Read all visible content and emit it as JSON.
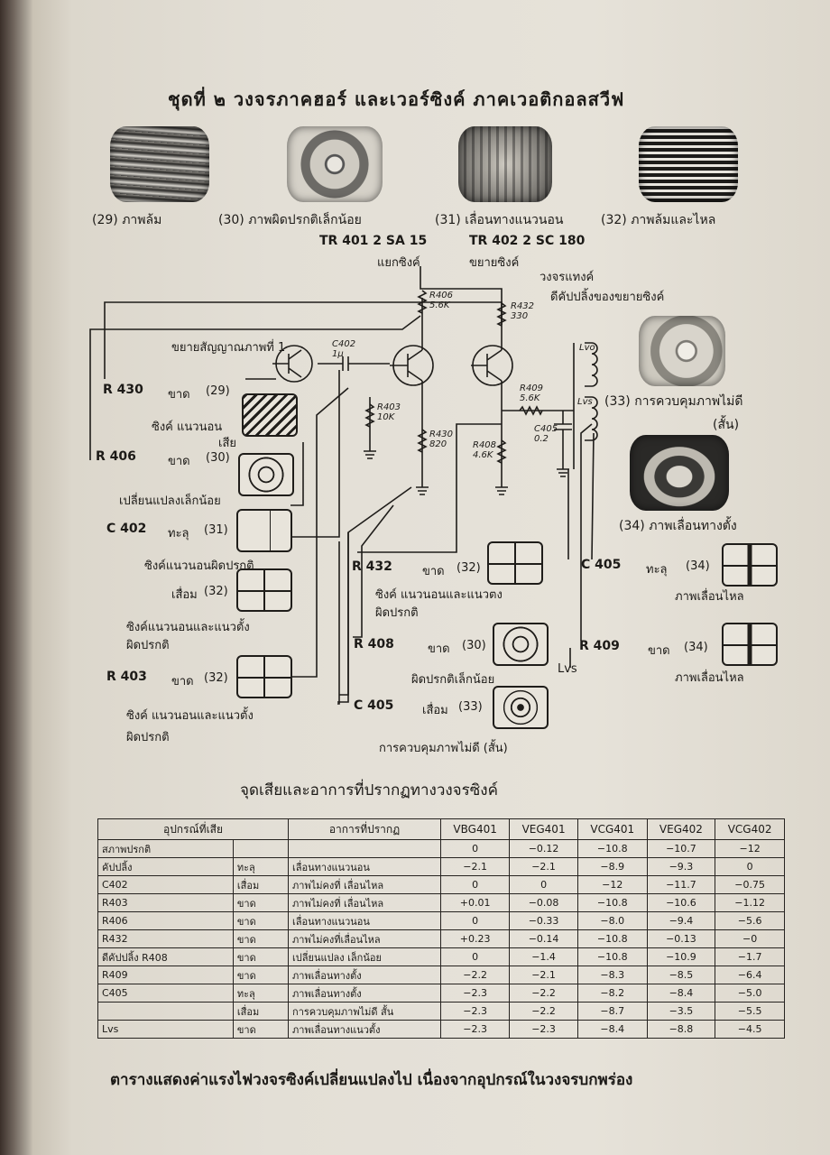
{
  "title": "ชุดที่ ๒ วงจรภาคฮอร์ และเวอร์ซิงค์ ภาคเวอติกอลสวีฟ",
  "top_screens": [
    {
      "caption": "(29) ภาพล้ม"
    },
    {
      "caption": "(30) ภาพผิดปรกติเล็กน้อย"
    },
    {
      "caption": "(31) เลื่อนทางแนวนอน"
    },
    {
      "caption": "(32) ภาพล้มและไหล"
    }
  ],
  "transistors": {
    "tr401": "TR 401  2 SA 15",
    "tr401_role": "แยกซิงค์",
    "tr402": "TR 402  2 SC 180",
    "tr402_role": "ขยายซิงค์"
  },
  "circuit_notes": {
    "feedback_1": "วงจรแทงค์",
    "feedback_2": "ดีคัปปลิ้งของขยายซิงค์",
    "amp_label": "ขยายสัญญาณภาพที่ 1"
  },
  "components": {
    "r406": "R406",
    "r406_val": "5.6K",
    "r432": "R432",
    "r432_val": "330",
    "c402": "C402",
    "c402_val": "1μ",
    "r403": "R403",
    "r403_val": "10K",
    "r430": "R430",
    "r430_val": "820",
    "r408": "R408",
    "r408_val": "4.6K",
    "r409": "R409",
    "r409_val": "5.6K",
    "c405": "C405",
    "c405_val": "0.2",
    "lvo": "Lvo",
    "lvs": "Lvs"
  },
  "right_screens": [
    {
      "caption": "(33) การควบคุมภาพไม่ดี",
      "caption2": "(สั้น)"
    },
    {
      "caption": "(34) ภาพเลื่อนทางตั้ง"
    }
  ],
  "faults_left": {
    "r430": "R 430",
    "r430_fault": "ขาด",
    "r430_ref": "(29)",
    "sync_h": "ซิงค์ แนวนอน",
    "sync_h2": "เสีย",
    "r406": "R 406",
    "r406_fault": "ขาด",
    "r406_ref": "(30)",
    "small_change": "เปลี่ยนแปลงเล็กน้อย",
    "c402": "C 402",
    "c402_fault": "ทะลุ",
    "c402_ref": "(31)",
    "c402_note": "ซิงค์แนวนอนผิดปรกติ",
    "c402_leak": "เสื่อม",
    "c402_leak_ref": "(32)",
    "c402_leak_note": "ซิงค์แนวนอนและแนวตั้ง",
    "c402_leak_note2": "ผิดปรกติ",
    "r403": "R 403",
    "r403_fault": "ขาด",
    "r403_ref": "(32)",
    "r403_note": "ซิงค์ แนวนอนและแนวตั้ง",
    "r403_note2": "ผิดปรกติ"
  },
  "faults_mid": {
    "r432": "R 432",
    "r432_fault": "ขาด",
    "r432_ref": "(32)",
    "r432_note": "ซิงค์ แนวนอนและแนวตง",
    "r432_note2": "ผิดปรกติ",
    "r408": "R 408",
    "r408_fault": "ขาด",
    "r408_ref": "(30)",
    "r408_note": "ผิดปรกติเล็กน้อย",
    "c405": "C 405",
    "c405_fault": "เสื่อม",
    "c405_ref": "(33)",
    "c405_note": "การควบคุมภาพไม่ดี (สั้น)"
  },
  "faults_right": {
    "c405": "C 405",
    "c405_fault": "ทะลุ",
    "c405_ref": "(34)",
    "c405_note": "ภาพเลื่อนไหล",
    "r409": "R 409",
    "r409_fault": "ขาด",
    "r409_ref": "(34)",
    "r409_note": "ภาพเลื่อนไหล",
    "lvs": "Lvs"
  },
  "table": {
    "title": "จุดเสียและอาการที่ปรากฏทางวงจรซิงค์",
    "headers": [
      "อุปกรณ์ที่เสีย",
      "อาการที่ปรากฏ",
      "VBG401",
      "VEG401",
      "VCG401",
      "VEG402",
      "VCG402"
    ],
    "rows": [
      {
        "group": "สภาพปรกติ",
        "sub": "",
        "symptom": "",
        "v": [
          "0",
          "−0.12",
          "−10.8",
          "−10.7",
          "−12"
        ]
      },
      {
        "group": "คัปปลิ้ง",
        "sub": "ทะลุ",
        "symptom": "เลื่อนทางแนวนอน",
        "v": [
          "−2.1",
          "−2.1",
          "−8.9",
          "−9.3",
          "0"
        ]
      },
      {
        "group": "C402",
        "sub": "เสื่อม",
        "symptom": "ภาพไม่คงที่ เลื่อนไหล",
        "v": [
          "0",
          "0",
          "−12",
          "−11.7",
          "−0.75"
        ]
      },
      {
        "group": "R403",
        "sub": "ขาด",
        "symptom": "ภาพไม่คงที่ เลื่อนไหล",
        "v": [
          "+0.01",
          "−0.08",
          "−10.8",
          "−10.6",
          "−1.12"
        ]
      },
      {
        "group": "R406",
        "sub": "ขาด",
        "symptom": "เลื่อนทางแนวนอน",
        "v": [
          "0",
          "−0.33",
          "−8.0",
          "−9.4",
          "−5.6"
        ]
      },
      {
        "group": "R432",
        "sub": "ขาด",
        "symptom": "ภาพไม่คงที่เลื่อนไหล",
        "v": [
          "+0.23",
          "−0.14",
          "−10.8",
          "−0.13",
          "−0"
        ]
      },
      {
        "group": "ดีคัปปลิ้ง R408",
        "sub": "ขาด",
        "symptom": "เปลี่ยนแปลง เล็กน้อย",
        "v": [
          "0",
          "−1.4",
          "−10.8",
          "−10.9",
          "−1.7"
        ]
      },
      {
        "group": "R409",
        "sub": "ขาด",
        "symptom": "ภาพเลื่อนทางตั้ง",
        "v": [
          "−2.2",
          "−2.1",
          "−8.3",
          "−8.5",
          "−6.4"
        ]
      },
      {
        "group": "C405",
        "sub": "ทะลุ",
        "symptom": "ภาพเลื่อนทางตั้ง",
        "v": [
          "−2.3",
          "−2.2",
          "−8.2",
          "−8.4",
          "−5.0"
        ]
      },
      {
        "group": "",
        "sub": "เสื่อม",
        "symptom": "การควบคุมภาพไม่ดี สั้น",
        "v": [
          "−2.3",
          "−2.2",
          "−8.7",
          "−3.5",
          "−5.5"
        ]
      },
      {
        "group": "Lvs",
        "sub": "ขาด",
        "symptom": "ภาพเลื่อนทางแนวตั้ง",
        "v": [
          "−2.3",
          "−2.3",
          "−8.4",
          "−8.8",
          "−4.5"
        ]
      }
    ]
  },
  "footer": "ตารางแสดงค่าแรงไฟวงจรซิงค์เปลี่ยนแปลงไป   เนื่องจากอุปกรณ์ในวงจรบกพร่อง"
}
